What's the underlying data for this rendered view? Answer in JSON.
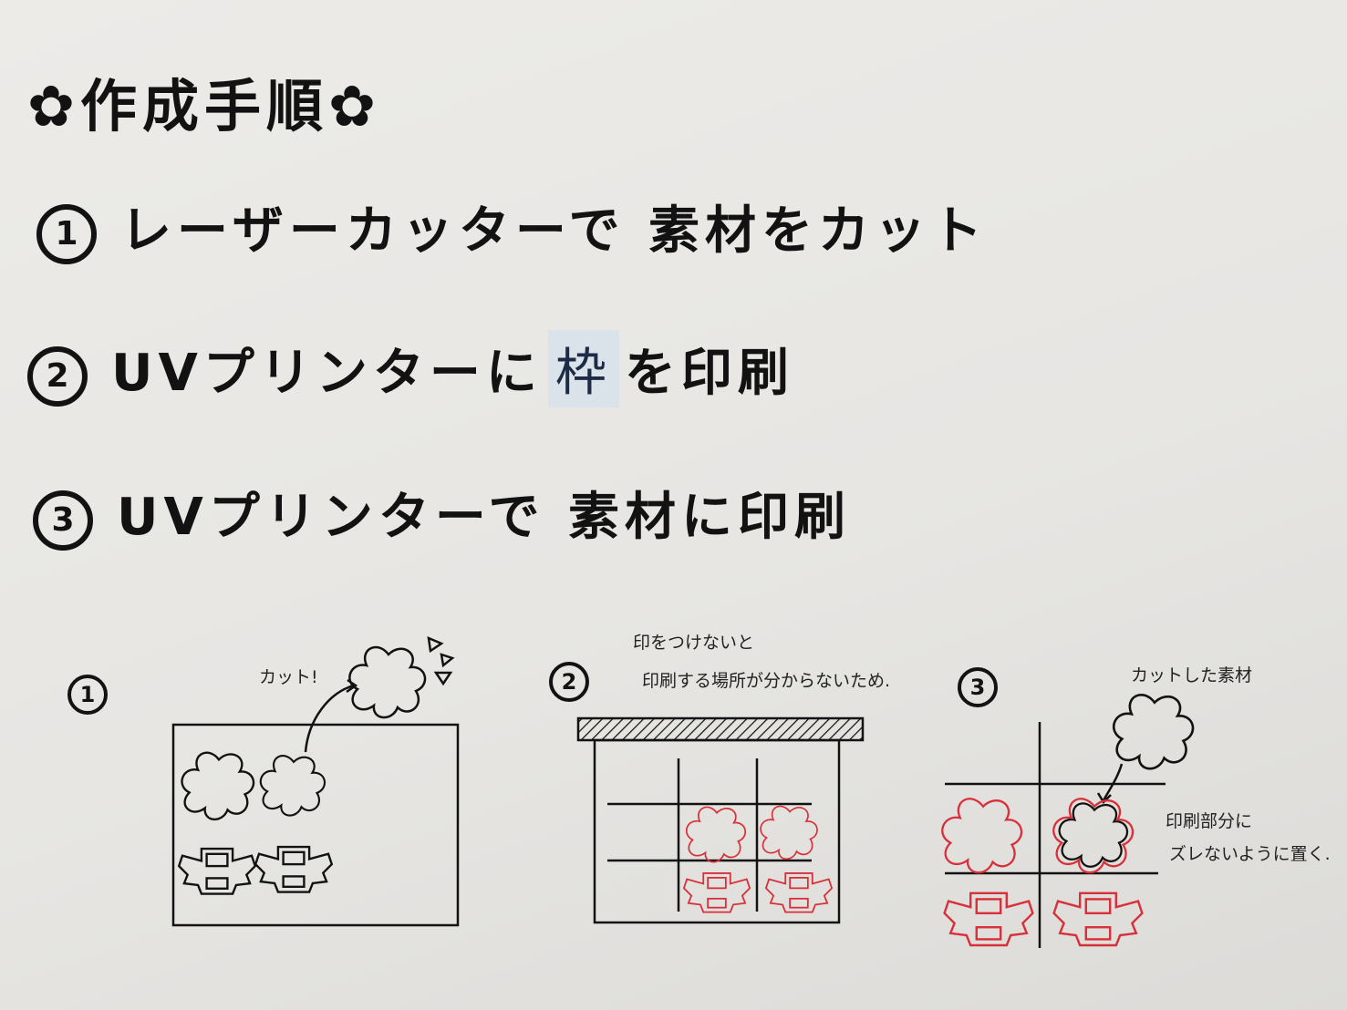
{
  "title": "✿作成手順✿",
  "steps": [
    {
      "num": "1",
      "pre": "レーザーカッターで 素材をカット",
      "highlight": "",
      "post": ""
    },
    {
      "num": "2",
      "pre": "UVプリンターに",
      "highlight": "枠",
      "post": "を印刷"
    },
    {
      "num": "3",
      "pre": "UVプリンターで 素材に印刷",
      "highlight": "",
      "post": ""
    }
  ],
  "diagram1": {
    "num": "1",
    "note": "カット!"
  },
  "diagram2": {
    "num": "2",
    "note_line1": "印をつけないと",
    "note_line2": "印刷する場所が分からないため."
  },
  "diagram3": {
    "num": "3",
    "note_top": "カットした素材",
    "note_right_line1": "印刷部分に",
    "note_right_line2": "ズレないように置く."
  },
  "colors": {
    "ink": "#121212",
    "red_ink": "#d8303a",
    "tape": "#d2e1eb",
    "paper": "#ebeae7"
  }
}
